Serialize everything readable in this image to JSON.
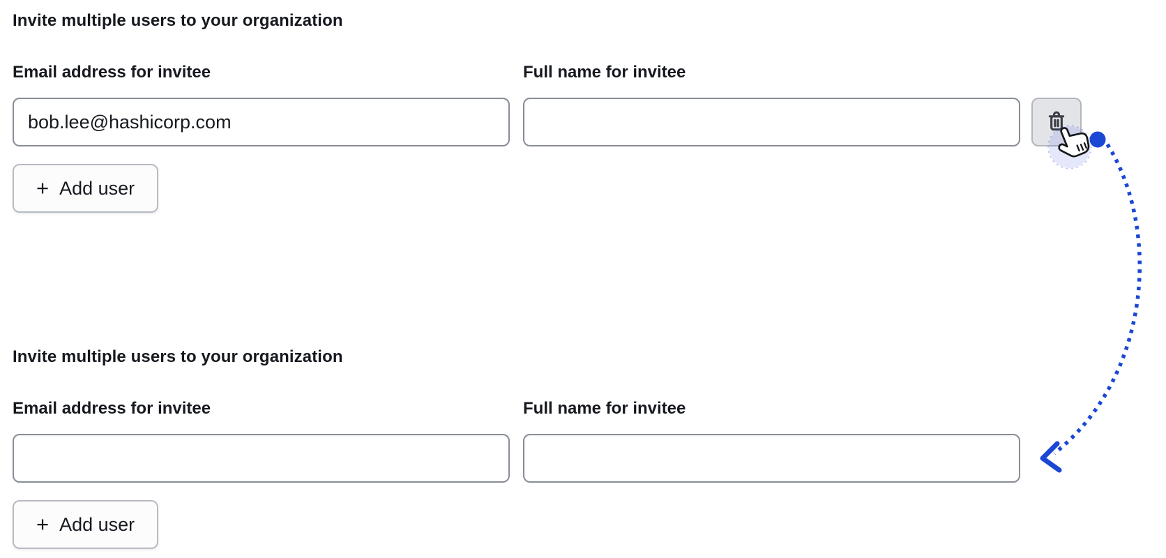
{
  "colors": {
    "accent_blue": "#1a47d4",
    "halo_fill": "#5b68dd",
    "input_border": "#888d98",
    "button_border": "#b7bbc3",
    "button_bg": "#fcfcfd",
    "delete_bg": "#e3e4e8",
    "delete_border": "#b2b6bd",
    "text_primary": "#16191f",
    "icon_color": "#3a3f46"
  },
  "sections": [
    {
      "heading": "Invite multiple users to your organization",
      "fields": [
        {
          "label": "Email address for invitee",
          "value": "bob.lee@hashicorp.com"
        },
        {
          "label": "Full name for invitee",
          "value": ""
        }
      ],
      "add_user_icon": "+",
      "add_user_label": "Add user"
    },
    {
      "heading": "Invite multiple users to your organization",
      "fields": [
        {
          "label": "Email address for invitee",
          "value": ""
        },
        {
          "label": "Full name for invitee",
          "value": ""
        }
      ],
      "add_user_icon": "+",
      "add_user_label": "Add user"
    }
  ],
  "annotation": {
    "type": "dotted-arrow-with-cursor",
    "description": "cursor clicking delete button, dotted arc pointing to second form"
  }
}
